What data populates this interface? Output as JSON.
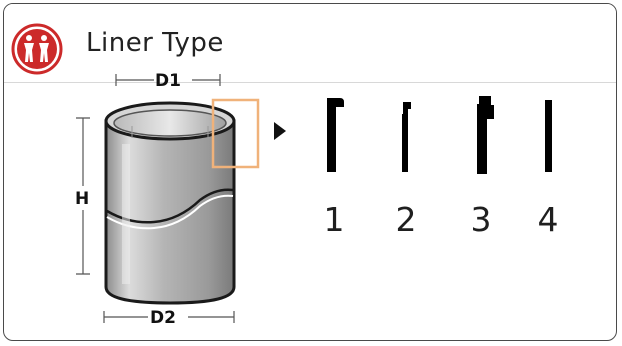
{
  "header": {
    "title": "Liner Type",
    "logo_icon": "safety-pictogram-icon"
  },
  "dimensions": {
    "top_diameter": "D1",
    "height": "H",
    "bottom_diameter": "D2"
  },
  "profiles": [
    {
      "number": "1",
      "icon": "profile-1-icon"
    },
    {
      "number": "2",
      "icon": "profile-2-icon"
    },
    {
      "number": "3",
      "icon": "profile-3-icon"
    },
    {
      "number": "4",
      "icon": "profile-4-icon"
    }
  ],
  "colors": {
    "brand_red": "#cc2a2a",
    "highlight_orange": "#f0b27a",
    "profile_black": "#000000"
  }
}
